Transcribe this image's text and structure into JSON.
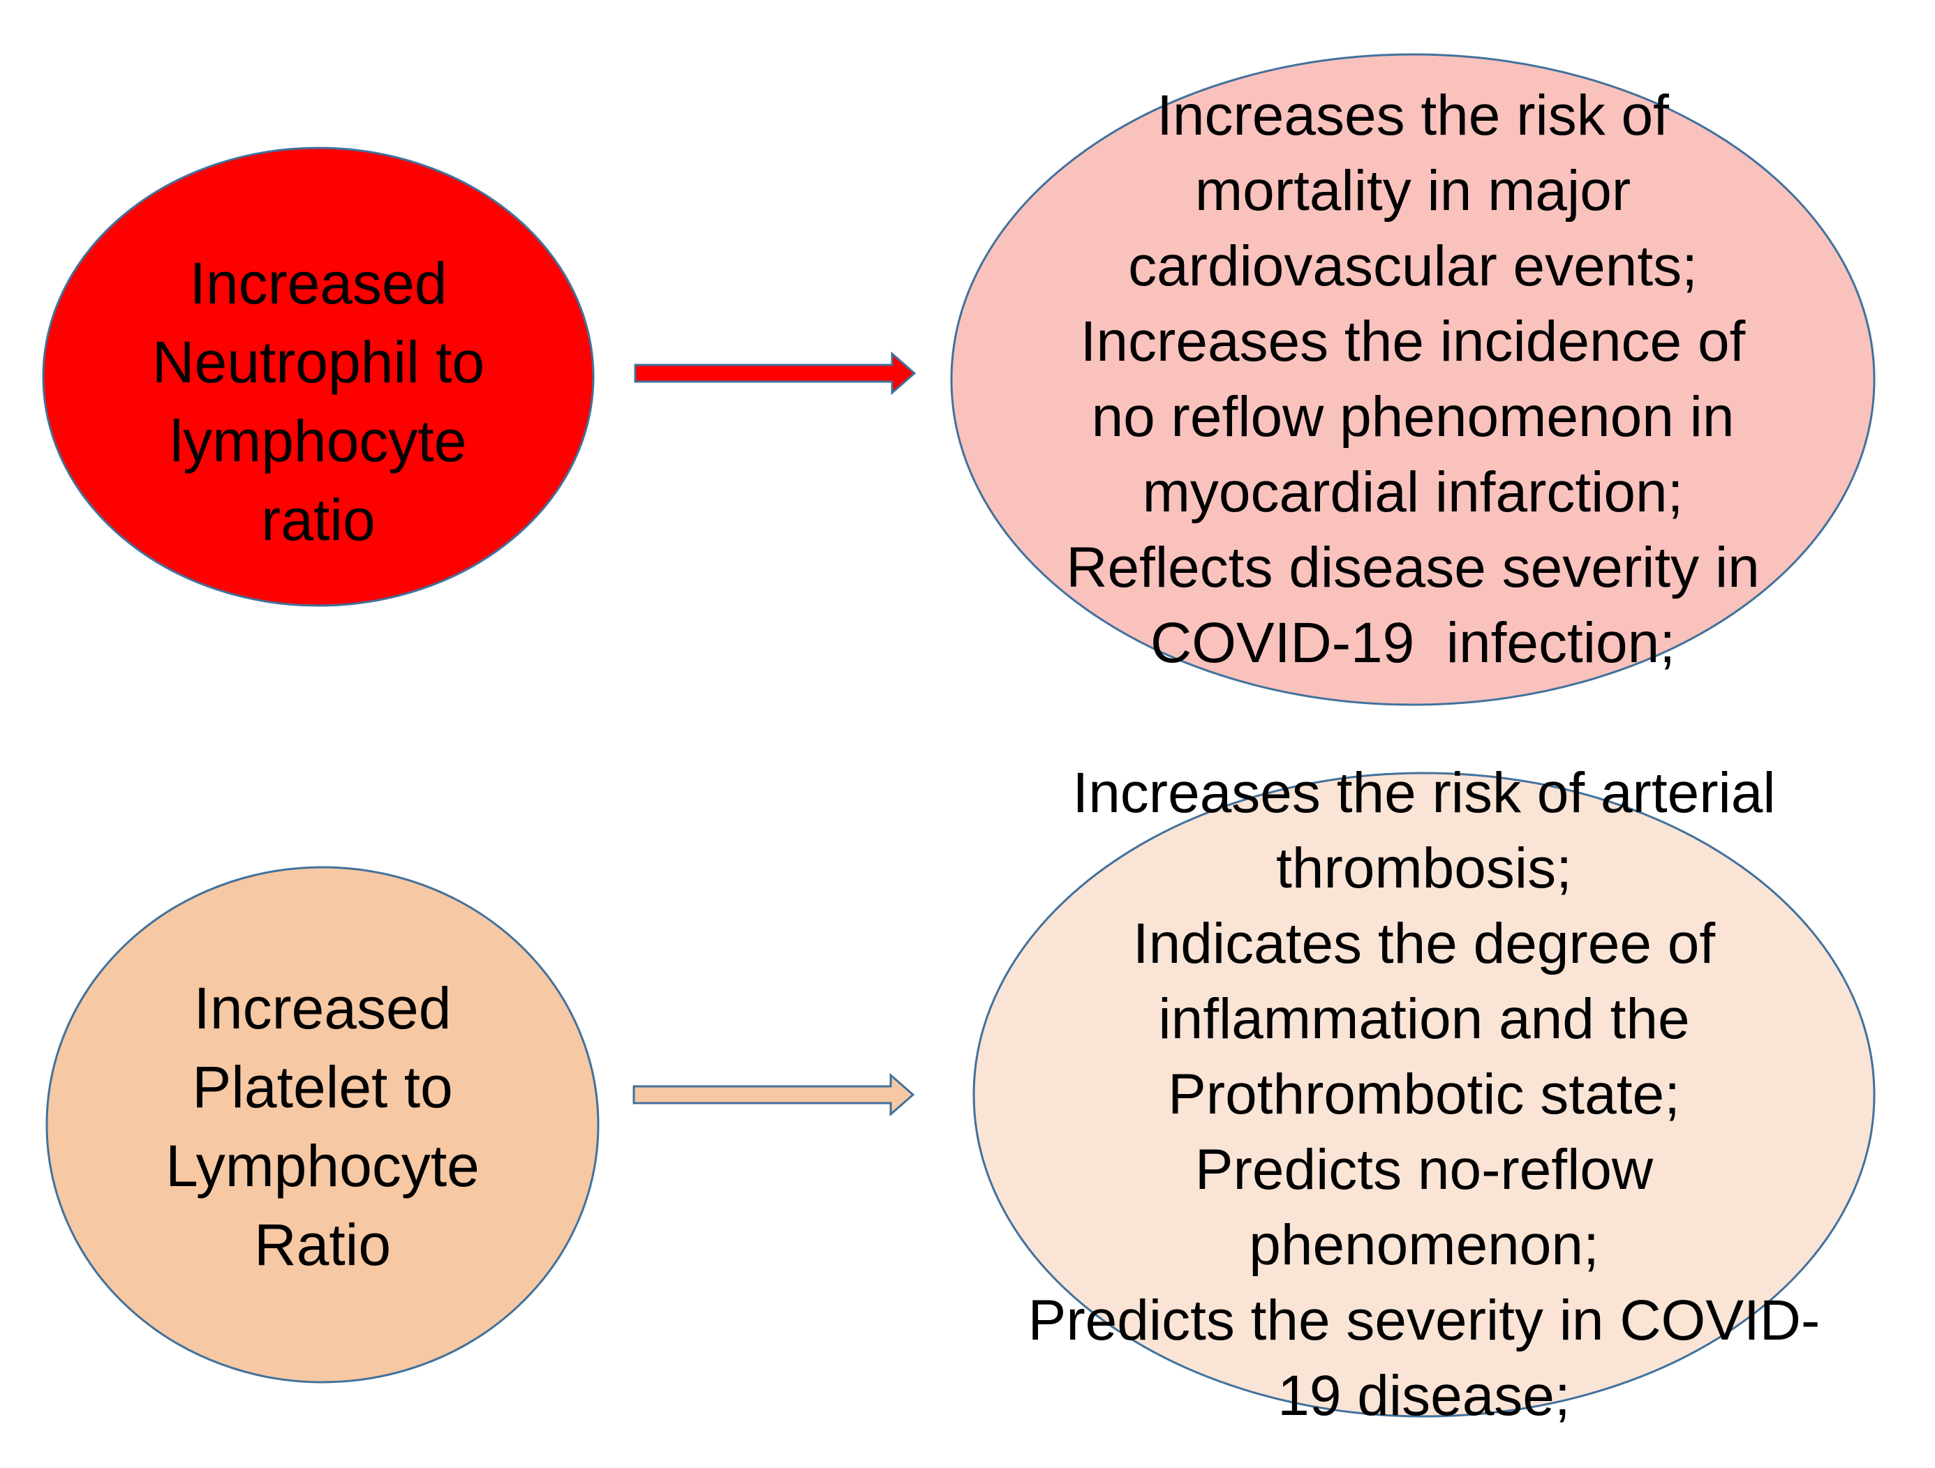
{
  "diagram": {
    "background_color": "#ffffff",
    "outline_color": "#41719C",
    "text_color": "#000000",
    "nlr": {
      "cause": {
        "fill": "#FE0000",
        "lines": [
          "Increased",
          "Neutrophil to",
          "lymphocyte",
          "ratio"
        ]
      },
      "arrow": {
        "fill": "#FE0000",
        "direction": "right"
      },
      "effects": {
        "fill": "#F9C2BD",
        "lines": [
          "Increases the risk of",
          "mortality in major",
          "cardiovascular events;",
          "Increases the incidence of",
          "no reflow phenomenon in",
          "myocardial infarction;",
          "Reflects disease severity in",
          "COVID-19  infection;"
        ]
      }
    },
    "plr": {
      "cause": {
        "fill": "#F6C8A3",
        "lines": [
          "Increased",
          "Platelet to",
          "Lymphocyte",
          "Ratio"
        ]
      },
      "arrow": {
        "fill": "#F6C8A3",
        "direction": "right"
      },
      "effects": {
        "fill": "#FAE4D6",
        "lines": [
          "Increases the risk of arterial",
          "thrombosis;",
          "Indicates the degree of",
          "inflammation and the",
          "Prothrombotic state;",
          "Predicts no-reflow",
          "phenomenon;",
          "Predicts the severity in COVID-",
          "19 disease;"
        ]
      }
    }
  }
}
